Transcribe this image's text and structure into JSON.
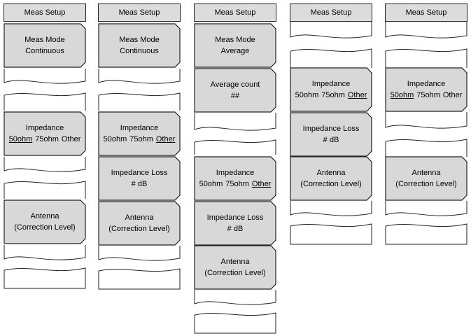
{
  "header": "Meas Setup",
  "labels": {
    "meas_mode": "Meas Mode",
    "continuous": "Continuous",
    "average": "Average",
    "average_count": "Average count",
    "average_count_value": "##",
    "impedance": "Impedance",
    "opt_50": "50ohm",
    "opt_75": "75ohm",
    "opt_other": "Other",
    "impedance_loss": "Impedance Loss",
    "impedance_loss_value": "# dB",
    "antenna": "Antenna",
    "correction_level": "(Correction Level)"
  },
  "columns": [
    {
      "impedance_selected": "50ohm"
    },
    {
      "impedance_selected": "Other"
    },
    {
      "impedance_selected": "Other"
    },
    {
      "impedance_selected": "Other"
    },
    {
      "impedance_selected": "50ohm"
    }
  ],
  "colors": {
    "key_fill": "#d8d8d8",
    "border": "#222222",
    "background": "#ffffff"
  }
}
